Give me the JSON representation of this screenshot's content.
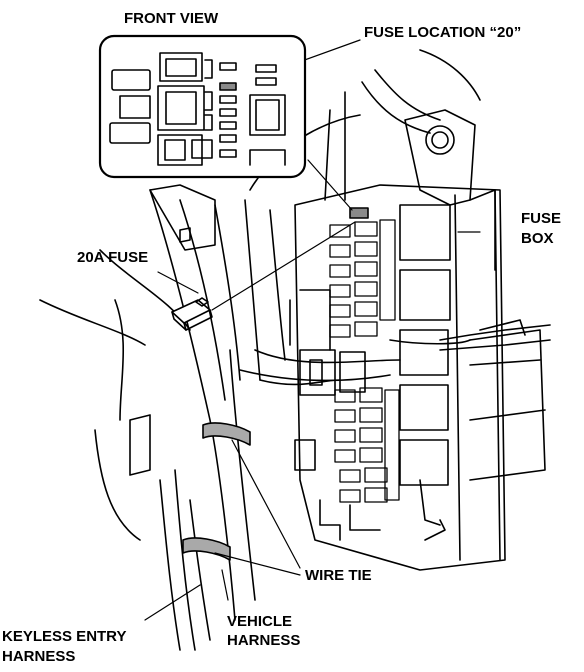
{
  "labels": {
    "front_view": "FRONT VIEW",
    "fuse_location": "FUSE LOCATION “20”",
    "fuse_box_line1": "FUSE",
    "fuse_box_line2": "BOX",
    "fuse_20a": "20A FUSE",
    "wire_tie": "WIRE TIE",
    "vehicle_harness_line1": "VEHICLE",
    "vehicle_harness_line2": "HARNESS",
    "keyless_line1": "KEYLESS ENTRY",
    "keyless_line2": "HARNESS"
  },
  "colors": {
    "line": "#000000",
    "highlight_fuse": "#8a8a8a",
    "wire_tie": "#a9a9a9"
  }
}
